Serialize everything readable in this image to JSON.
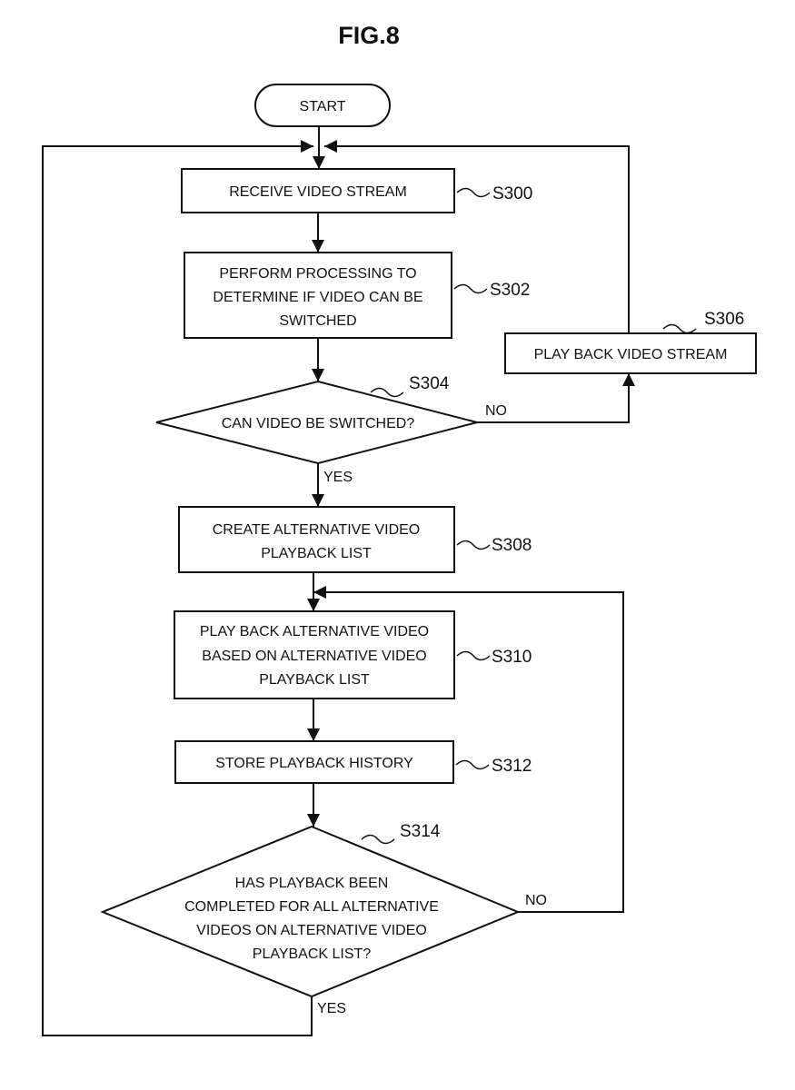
{
  "figure": {
    "title": "FIG.8"
  },
  "nodes": {
    "start": {
      "label": "START"
    },
    "s300": {
      "step": "S300",
      "lines": [
        "RECEIVE VIDEO STREAM"
      ]
    },
    "s302": {
      "step": "S302",
      "lines": [
        "PERFORM PROCESSING TO",
        "DETERMINE IF VIDEO CAN BE",
        "SWITCHED"
      ]
    },
    "s304": {
      "step": "S304",
      "lines": [
        "CAN VIDEO BE SWITCHED?"
      ]
    },
    "s306": {
      "step": "S306",
      "lines": [
        "PLAY BACK VIDEO STREAM"
      ]
    },
    "s308": {
      "step": "S308",
      "lines": [
        "CREATE ALTERNATIVE VIDEO",
        "PLAYBACK LIST"
      ]
    },
    "s310": {
      "step": "S310",
      "lines": [
        "PLAY BACK ALTERNATIVE VIDEO",
        "BASED ON ALTERNATIVE VIDEO",
        "PLAYBACK LIST"
      ]
    },
    "s312": {
      "step": "S312",
      "lines": [
        "STORE PLAYBACK HISTORY"
      ]
    },
    "s314": {
      "step": "S314",
      "lines": [
        "HAS PLAYBACK BEEN",
        "COMPLETED FOR ALL ALTERNATIVE",
        "VIDEOS ON ALTERNATIVE VIDEO",
        "PLAYBACK LIST?"
      ]
    }
  },
  "edges": {
    "s304_yes": "YES",
    "s304_no": "NO",
    "s314_yes": "YES",
    "s314_no": "NO"
  }
}
